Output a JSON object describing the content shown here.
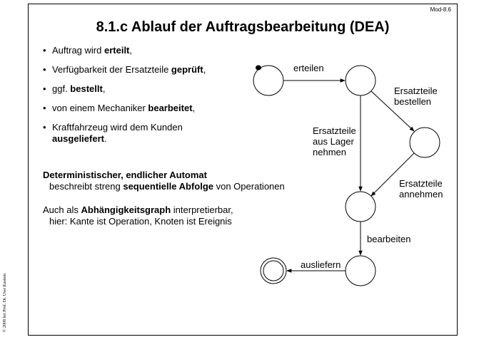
{
  "slide_id": "Mod-8.6",
  "title": "8.1.c Ablauf der Auftragsbearbeitung (DEA)",
  "bullets": [
    {
      "pre": "Auftrag wird ",
      "bold": "erteilt",
      "post": ","
    },
    {
      "pre": "Verfügbarkeit der Ersatzteile ",
      "bold": "geprüft",
      "post": ","
    },
    {
      "pre": "ggf. ",
      "bold": "bestellt",
      "post": ","
    },
    {
      "pre": "von einem Mechaniker ",
      "bold": "bearbeitet",
      "post": ","
    },
    {
      "pre": "Kraftfahrzeug wird dem Kunden",
      "bold": "ausgeliefert",
      "post": "."
    }
  ],
  "automat": {
    "heading": "Deterministischer, endlicher Automat",
    "line_pre": "beschreibt streng ",
    "line_bold": "sequentielle Abfolge",
    "line_post": " von Operationen"
  },
  "graph": {
    "line1_pre": "Auch als ",
    "line1_bold": "Abhängigkeitsgraph",
    "line1_post": " interpretierbar,",
    "line2": "hier: Kante ist Operation, Knoten ist Ereignis"
  },
  "copyright": "© 2008 bei Prof. Dr. Uwe Kastens",
  "edges": {
    "erteilen": "erteilen",
    "bestellen": [
      "Ersatzteile",
      "bestellen"
    ],
    "lager": [
      "Ersatzteile",
      "aus Lager",
      "nehmen"
    ],
    "annehmen": [
      "Ersatzteile",
      "annehmen"
    ],
    "bearbeiten": "bearbeiten",
    "ausliefern": "ausliefern"
  }
}
